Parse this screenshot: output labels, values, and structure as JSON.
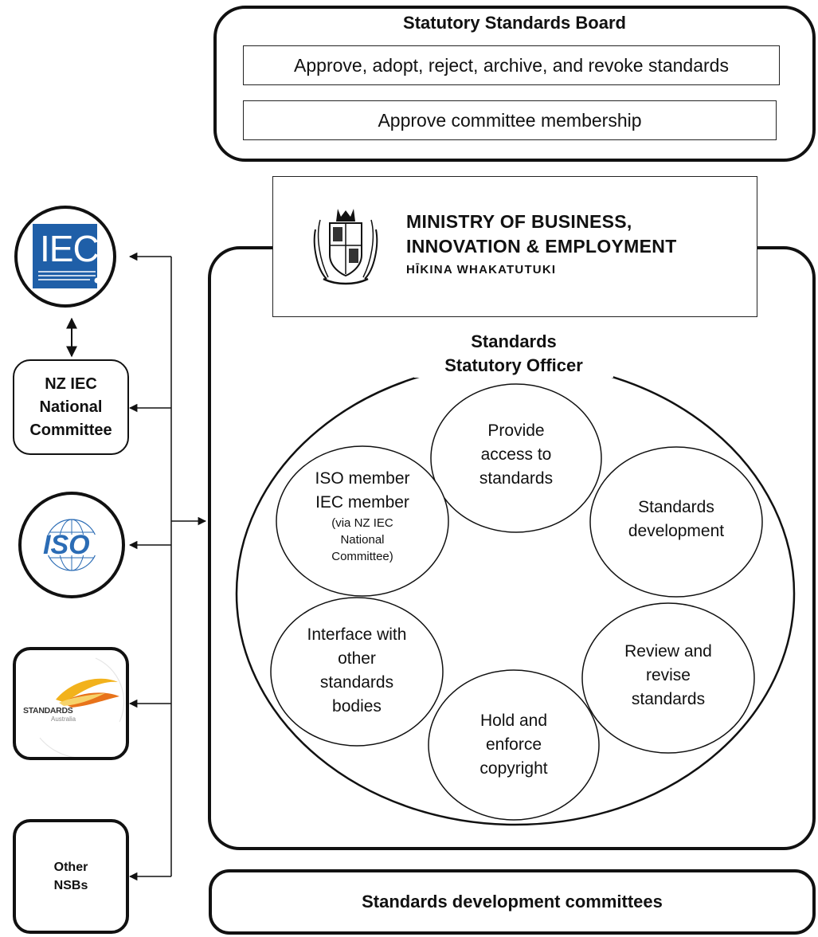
{
  "board": {
    "title": "Statutory Standards Board",
    "items": [
      "Approve, adopt, reject, archive, and revoke standards",
      "Approve committee membership"
    ]
  },
  "mbie": {
    "name_line1": "MINISTRY OF BUSINESS,",
    "name_line2": "INNOVATION & EMPLOYMENT",
    "subtitle": "HĪKINA WHAKATUTUKI"
  },
  "officer": {
    "title_line1": "Standards",
    "title_line2": "Statutory Officer"
  },
  "functions": {
    "access": [
      "Provide",
      "access to",
      "standards"
    ],
    "development": [
      "Standards",
      "development"
    ],
    "member": [
      "ISO member",
      "IEC member"
    ],
    "member_note": [
      "(via NZ IEC",
      "National",
      "Committee)"
    ],
    "interface": [
      "Interface with",
      "other",
      "standards",
      "bodies"
    ],
    "review": [
      "Review and",
      "revise",
      "standards"
    ],
    "copyright": [
      "Hold and",
      "enforce",
      "copyright"
    ]
  },
  "orgs": {
    "iec": "IEC",
    "nz_committee": [
      "NZ IEC",
      "National",
      "Committee"
    ],
    "iso": "ISO",
    "standards_australia": [
      "STANDARDS",
      "Australia"
    ],
    "other": [
      "Other",
      "NSBs"
    ]
  },
  "committees": "Standards development committees",
  "colors": {
    "iec_blue": "#1f5fa8",
    "iso_blue": "#2b6cb5",
    "sa_yellow": "#f2b21c",
    "sa_orange": "#e8731a",
    "outline": "#111111"
  }
}
